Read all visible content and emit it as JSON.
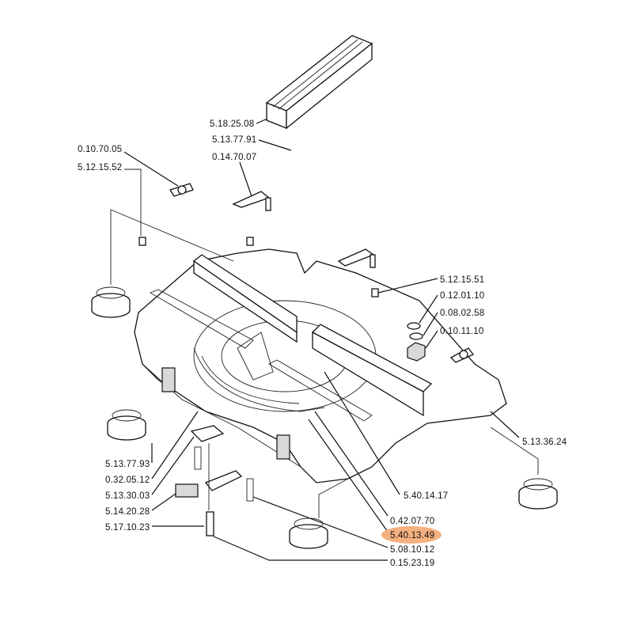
{
  "diagram": {
    "highlight_color": "#f4b07e",
    "labels": [
      {
        "id": "l1",
        "text": "5.18.25.08"
      },
      {
        "id": "l2",
        "text": "5.13.77.91"
      },
      {
        "id": "l3",
        "text": "0.10.70.05"
      },
      {
        "id": "l4",
        "text": "5.12.15.52"
      },
      {
        "id": "l5",
        "text": "0.14.70.07"
      },
      {
        "id": "l6",
        "text": "5.12.15.51"
      },
      {
        "id": "l7",
        "text": "0.12.01.10"
      },
      {
        "id": "l8",
        "text": "0.08.02.58"
      },
      {
        "id": "l9",
        "text": "0.10.11.10"
      },
      {
        "id": "l10",
        "text": "5.13.36.24"
      },
      {
        "id": "l11",
        "text": "5.40.14.17"
      },
      {
        "id": "l12",
        "text": "0.42.07.70"
      },
      {
        "id": "l13",
        "text": "5.40.13.49",
        "highlighted": true
      },
      {
        "id": "l14",
        "text": "5.08.10.12"
      },
      {
        "id": "l15",
        "text": "0.15.23.19"
      },
      {
        "id": "l16",
        "text": "5.13.77.93"
      },
      {
        "id": "l17",
        "text": "0.32.05.12"
      },
      {
        "id": "l18",
        "text": "5.13.30.03"
      },
      {
        "id": "l19",
        "text": "5.14.20.28"
      },
      {
        "id": "l20",
        "text": "5.17.10.23"
      }
    ]
  }
}
